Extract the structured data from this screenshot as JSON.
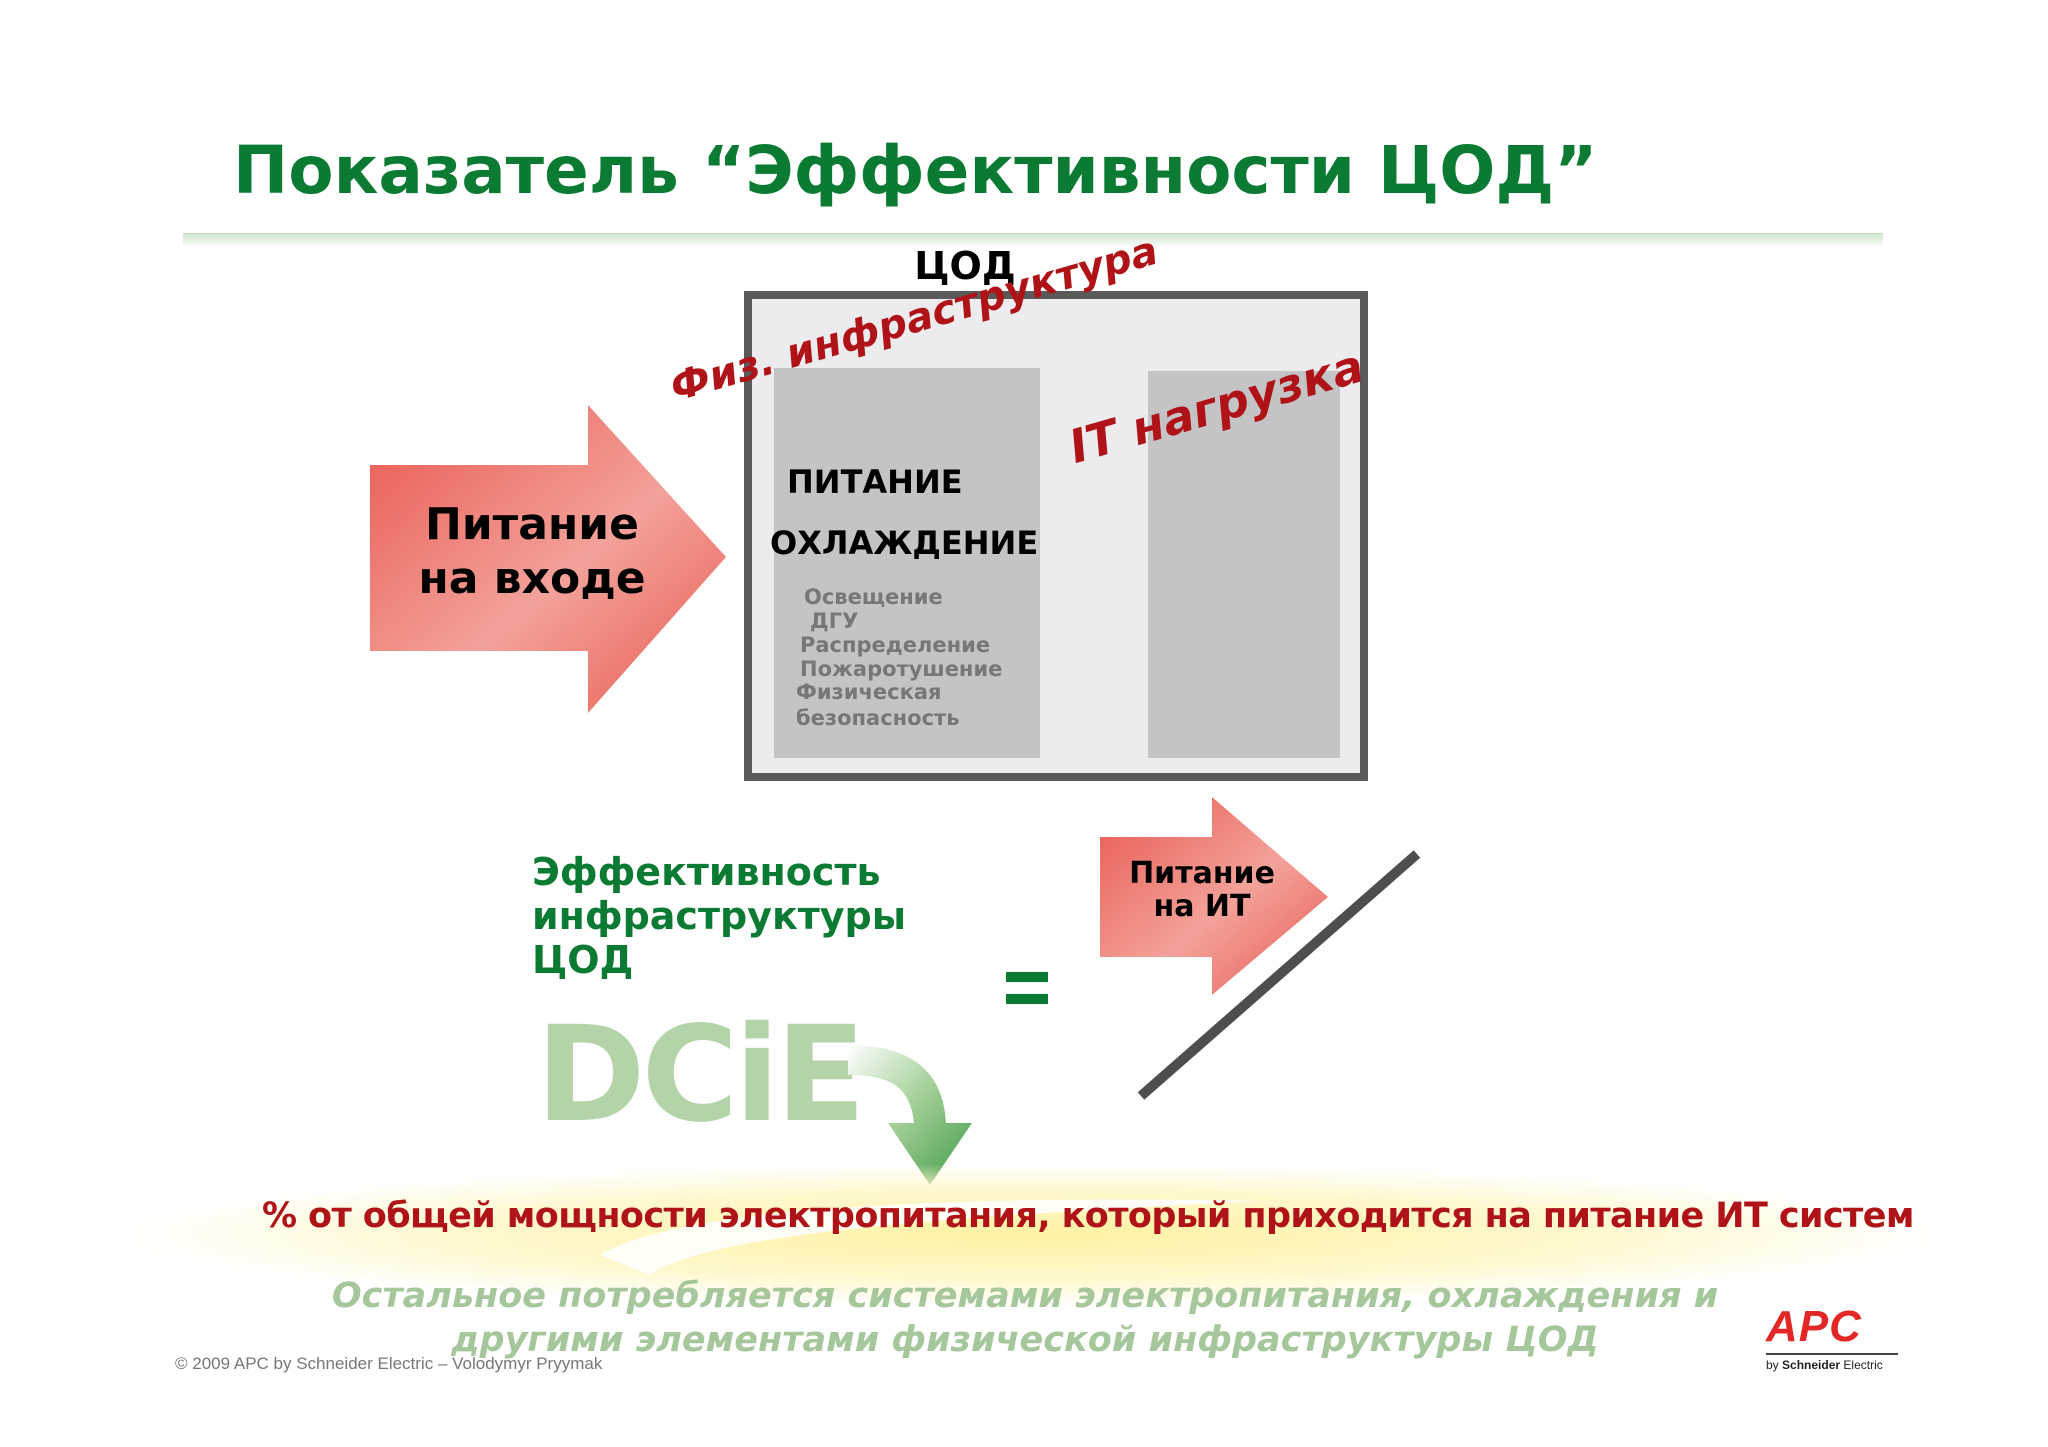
{
  "title": "Показатель “Эффективности ЦОД”",
  "diagram": {
    "dc_label": "ЦОД",
    "infra_heading": "Физ. инфраструктура",
    "it_heading": "IT нагрузка",
    "power_label": "ПИТАНИЕ",
    "cooling_label": "ОХЛАЖДЕНИЕ",
    "sub_items": [
      "Освещение",
      "ДГУ",
      "Распределение",
      "Пожаротушение",
      "Физическая",
      "безопасность"
    ],
    "input_label_line1": "Питание",
    "input_label_line2": "на входе"
  },
  "formula": {
    "label_line1": "Эффективность",
    "label_line2": "инфраструктуры",
    "label_line3": "ЦОД",
    "logo_text": "DCiE",
    "equals": "=",
    "it_power_line1": "Питание",
    "it_power_line2": "на ИТ"
  },
  "definition": "% от общей мощности электропитания, который приходится на питание ИТ систем",
  "remainder_line1": "Остальное потребляется системами электропитания, охлаждения и",
  "remainder_line2": "другими элементами физической инфраструктуры ЦОД",
  "footer": {
    "copyright": "© 2009 APC by Schneider Electric – Volodymyr Pryymak",
    "logo_text": "APC",
    "logo_by": "by",
    "logo_brand": "Schneider",
    "logo_brand2": "Electric"
  },
  "colors": {
    "title_green": "#0b7a32",
    "accent_red": "#b01317",
    "arrow_red": "#e8584f",
    "panel_gray": "#c4c3c6"
  }
}
